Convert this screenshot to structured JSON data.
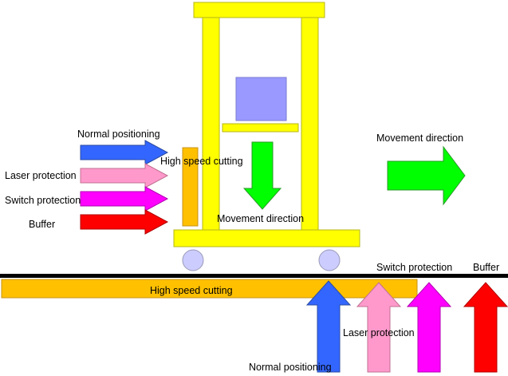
{
  "labels": {
    "normal_positioning_left": "Normal positioning",
    "laser_protection_left": "Laser protection",
    "switch_protection_left": "Switch protection",
    "buffer_left": "Buffer",
    "high_speed_cutting_vertical": "High speed cutting",
    "movement_direction_down": "Movement direction",
    "movement_direction_right": "Movement direction",
    "high_speed_cutting_rail": "High speed cutting",
    "switch_protection_bottom": "Switch protection",
    "buffer_bottom": "Buffer",
    "laser_protection_bottom": "Laser protection",
    "normal_positioning_bottom": "Normal positioning"
  },
  "colors": {
    "frame_yellow": "#ffff00",
    "frame_outline": "#b5b51a",
    "cutting_orange": "#ffc000",
    "cutting_outline": "#c7931a",
    "block_purple": "#9999ff",
    "wheel_lavender": "#ccccff",
    "track_black": "#000000",
    "normal_positioning_blue": "#3366ff",
    "laser_protection_pink": "#ff99cc",
    "switch_protection_magenta": "#ff00ff",
    "buffer_red": "#ff0000",
    "movement_green": "#00ff00"
  }
}
